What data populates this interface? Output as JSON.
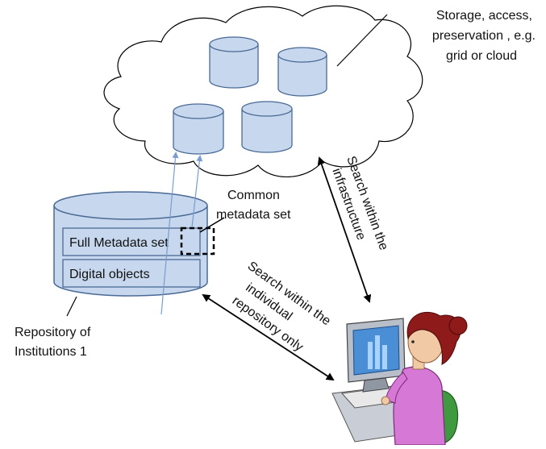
{
  "cloud_label": {
    "line1": "Storage, access,",
    "line2": "preservation , e.g.",
    "line3": "grid or cloud"
  },
  "common_metadata_label": {
    "line1": "Common",
    "line2": "metadata set"
  },
  "repository": {
    "full_metadata": "Full Metadata set",
    "digital_objects": "Digital objects",
    "caption_line1": "Repository of",
    "caption_line2": "Institutions 1"
  },
  "search_infrastructure": {
    "line1": "Search within the",
    "line2": "infrastructure"
  },
  "search_individual": {
    "line1": "Search within the",
    "line2": "individual",
    "line3": "repository only"
  },
  "colors": {
    "cylinder_fill": "#c6d7ee",
    "cylinder_stroke": "#4a6a94",
    "arrow": "#000000",
    "thin_arrow": "#7a9ccf",
    "person_hair": "#8e1a1a",
    "person_shirt": "#d678d6",
    "monitor_screen": "#4a8fd6"
  }
}
